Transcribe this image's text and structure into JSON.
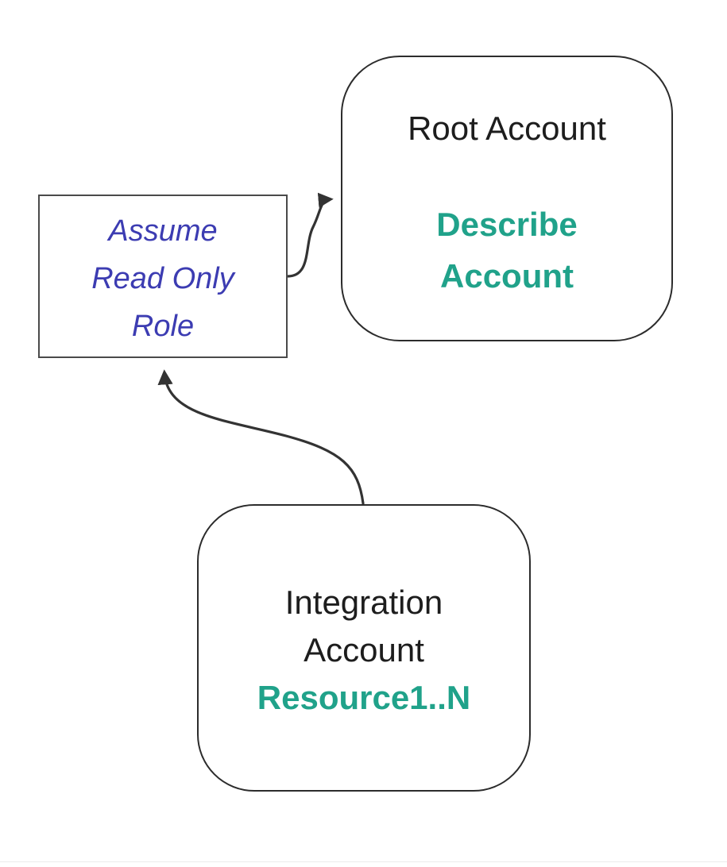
{
  "page": {
    "background": "#ffffff",
    "divider_color": "#ebebeb"
  },
  "colors": {
    "arrow_stroke": "#333333",
    "rounded_box_border": "#2c2c2c",
    "plain_box_border": "#4a4a4a",
    "accent_teal": "#20a28a",
    "accent_blue": "#3c3cb2",
    "title_text": "#1d1d1d"
  },
  "nodes": {
    "root_account": {
      "title": "Root Account",
      "action_lines": [
        "Describe",
        "Account"
      ]
    },
    "assume_role": {
      "lines": [
        "Assume",
        "Read Only",
        "Role"
      ]
    },
    "integration_account": {
      "title_lines": [
        "Integration",
        "Account"
      ],
      "resources": "Resource1..N"
    }
  },
  "edges": [
    {
      "from": "assume_role",
      "to": "root_account"
    },
    {
      "from": "integration_account",
      "to": "assume_role"
    }
  ]
}
